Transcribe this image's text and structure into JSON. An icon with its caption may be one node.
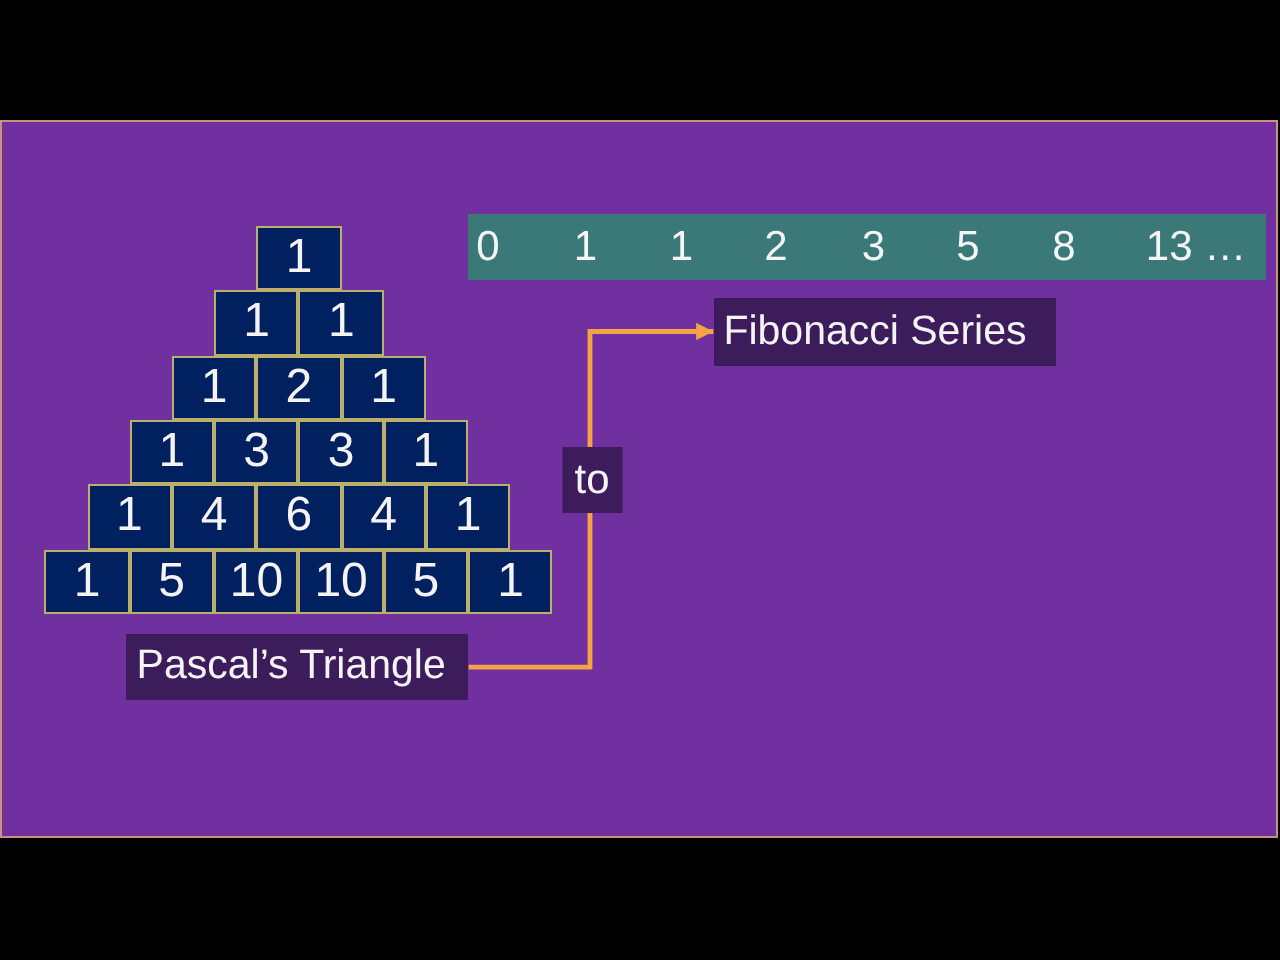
{
  "diagram": {
    "nodes": [
      {
        "text": [
          "1"
        ]
      },
      {
        "text": [
          "1"
        ]
      },
      {
        "text": [
          "1"
        ]
      },
      {
        "text": [
          "1"
        ]
      },
      {
        "text": [
          "2"
        ]
      },
      {
        "text": [
          "1"
        ]
      },
      {
        "text": [
          "1"
        ]
      },
      {
        "text": [
          "3"
        ]
      },
      {
        "text": [
          "3"
        ]
      },
      {
        "text": [
          "1"
        ]
      },
      {
        "text": [
          "1"
        ]
      },
      {
        "text": [
          "4"
        ]
      },
      {
        "text": [
          "6"
        ]
      },
      {
        "text": [
          "4"
        ]
      },
      {
        "text": [
          "1"
        ]
      },
      {
        "text": [
          "1"
        ]
      },
      {
        "text": [
          "5"
        ]
      },
      {
        "text": [
          "10"
        ]
      },
      {
        "text": [
          "10"
        ]
      },
      {
        "text": [
          "5"
        ]
      },
      {
        "text": [
          "1"
        ]
      },
      {
        "text": [
          "Pascal’s Triangle"
        ]
      },
      {
        "text": [
          "0",
          "1",
          "1",
          "2",
          "3",
          "5",
          "8",
          "13 …"
        ]
      },
      {
        "text": [
          "Fibonacci Series"
        ]
      }
    ],
    "edges": [
      {
        "from": 21,
        "to": 23,
        "arrow": "to",
        "label": "to",
        "color": "#f5a443"
      }
    ]
  }
}
